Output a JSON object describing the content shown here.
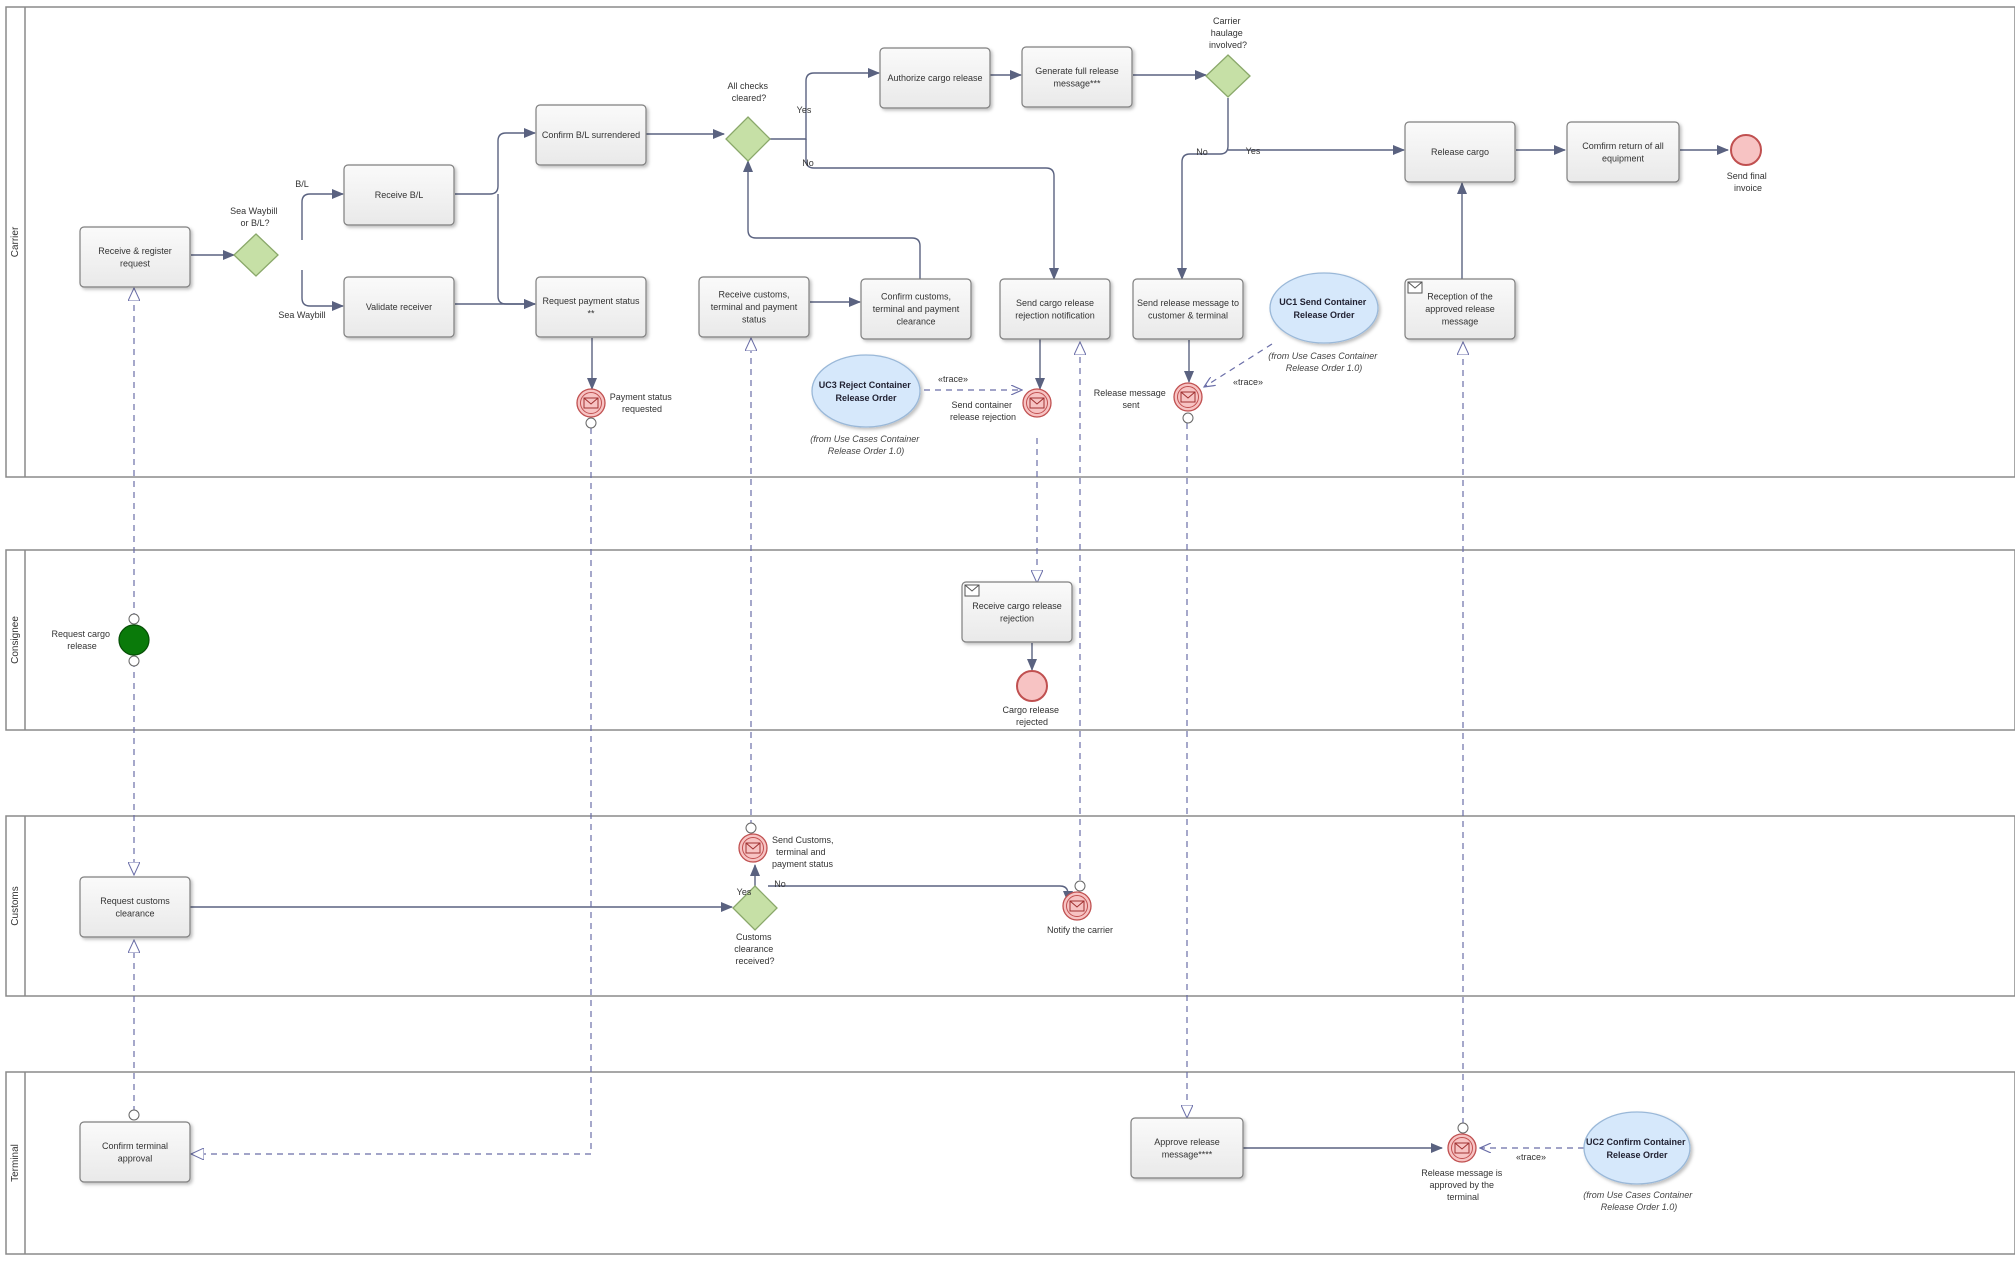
{
  "lanes": {
    "carrier": "Carrier",
    "consignee": "Consignee",
    "customs": "Customs",
    "terminal": "Terminal"
  },
  "tasks": {
    "receive_register": [
      "Receive & register",
      "request"
    ],
    "receive_bl": [
      "Receive B/L"
    ],
    "validate_receiver": [
      "Validate receiver"
    ],
    "confirm_bl": [
      "Confirm B/L surrendered"
    ],
    "request_payment": [
      "Request payment status",
      "**"
    ],
    "receive_customs_status": [
      "Receive customs,",
      "terminal and payment",
      "status"
    ],
    "confirm_customs": [
      "Confirm customs,",
      "terminal and payment",
      "clearance"
    ],
    "authorize_release": [
      "Authorize cargo release"
    ],
    "generate_message": [
      "Generate full release",
      "message***"
    ],
    "send_rejection": [
      "Send cargo release",
      "rejection notification"
    ],
    "send_release_message": [
      "Send release message to",
      "customer & terminal"
    ],
    "reception_approved": [
      "Reception of the",
      "approved release",
      "message"
    ],
    "release_cargo": [
      "Release cargo"
    ],
    "confirm_equipment": [
      "Comfirm return of all",
      "equipment"
    ],
    "receive_rejection": [
      "Receive cargo release",
      "rejection"
    ],
    "request_customs": [
      "Request customs",
      "clearance"
    ],
    "confirm_terminal": [
      "Confirm terminal",
      "approval"
    ],
    "approve_message": [
      "Approve release",
      "message****"
    ]
  },
  "gateways": {
    "seawaybill": [
      "Sea Waybill",
      "or B/L?"
    ],
    "all_checks": [
      "All checks",
      "cleared?"
    ],
    "haulage": [
      "Carrier",
      "haulage",
      "involved?"
    ],
    "customs_received": [
      "Customs",
      "clearance",
      "received?"
    ]
  },
  "events": {
    "request_cargo_release": [
      "Request cargo",
      "release"
    ],
    "payment_requested": [
      "Payment status",
      "requested"
    ],
    "send_container_rejection": [
      "Send container",
      "release rejection"
    ],
    "release_message_sent": [
      "Release message",
      "sent"
    ],
    "send_final_invoice": [
      "Send final",
      "invoice"
    ],
    "cargo_release_rejected": [
      "Cargo release",
      "rejected"
    ],
    "send_customs_status": [
      "Send Customs,",
      "terminal and",
      "payment status"
    ],
    "notify_carrier": [
      "Notify the carrier"
    ],
    "approved_by_terminal": [
      "Release message is",
      "approved by the",
      "terminal"
    ]
  },
  "flow_labels": {
    "bl": "B/L",
    "sea_waybill": "Sea Waybill",
    "yes": "Yes",
    "no": "No"
  },
  "use_cases": {
    "uc1": {
      "title": [
        "UC1 Send Container",
        "Release Order"
      ],
      "note": [
        "(from Use Cases Container",
        "Release Order 1.0)"
      ]
    },
    "uc2": {
      "title": [
        "UC2 Confirm Container",
        "Release Order"
      ],
      "note": [
        "(from Use Cases Container",
        "Release Order 1.0)"
      ]
    },
    "uc3": {
      "title": [
        "UC3 Reject Container",
        "Release Order"
      ],
      "note": [
        "(from Use Cases Container",
        "Release Order 1.0)"
      ]
    }
  },
  "trace_label": "«trace»",
  "colors": {
    "lane_border": "#8a8a8a",
    "task_fill": "#f2f2f2",
    "task_stroke": "#7f7f7f",
    "gateway_fill": "#c6e0a6",
    "gateway_stroke": "#8aa86a",
    "event_fill": "#f7c3c3",
    "event_stroke": "#c05050",
    "start_fill": "#0a7a0a",
    "usecase_fill": "#d6e8fb",
    "usecase_stroke": "#9ab8d8",
    "flow": "#5a6280",
    "message_flow": "#6a6ea8"
  }
}
